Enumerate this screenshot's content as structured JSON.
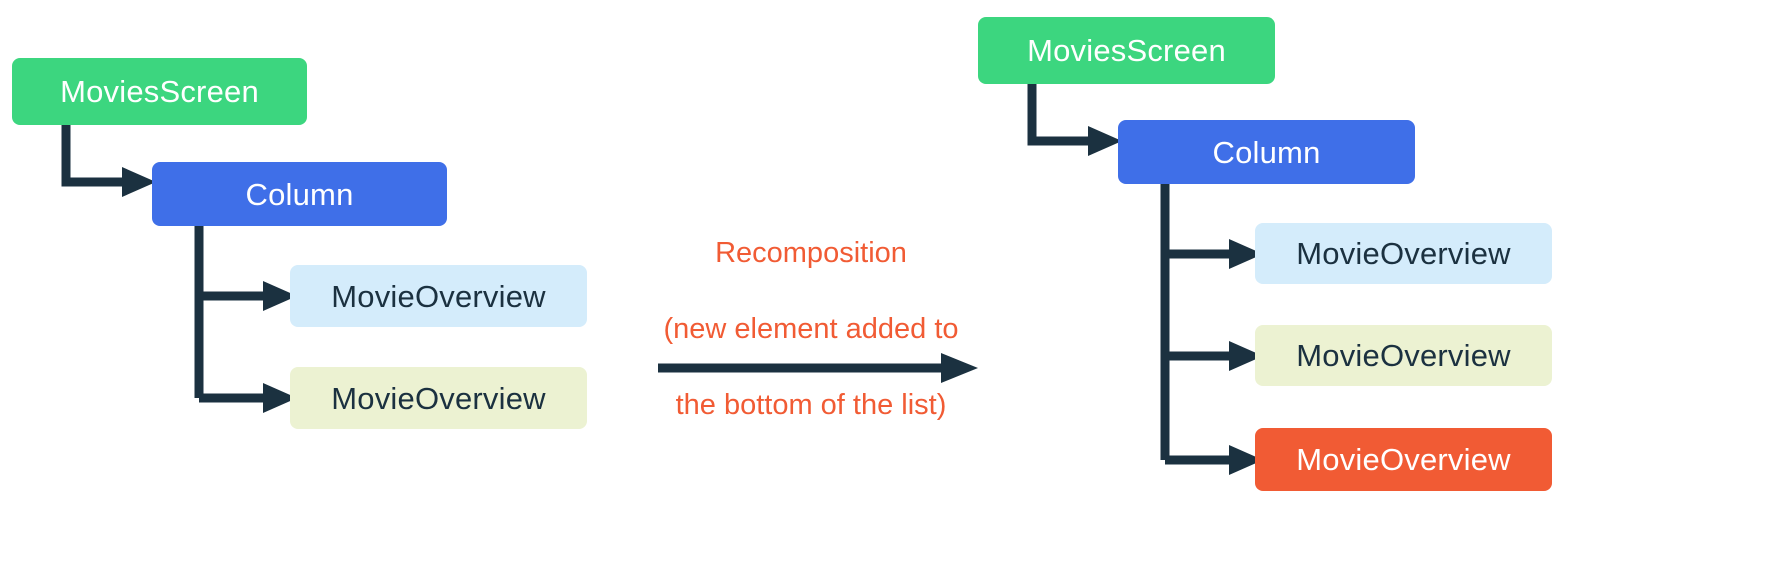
{
  "diagram": {
    "title_text_color": "#f15b34",
    "line_color": "#1b3140",
    "colors": {
      "green": "#3cd67f",
      "blue": "#3f6fe8",
      "light_blue": "#d4ecfb",
      "light_green": "#ecf2d2",
      "orange": "#f15b34",
      "line": "#1b3140"
    },
    "left_tree": {
      "root": {
        "label": "MoviesScreen"
      },
      "column": {
        "label": "Column"
      },
      "children": [
        {
          "label": "MovieOverview",
          "color": "light_blue"
        },
        {
          "label": "MovieOverview",
          "color": "light_green"
        }
      ]
    },
    "center": {
      "caption_line1": "Recomposition",
      "caption_line2": "(new element added to",
      "caption_line3": "the bottom of the list)",
      "arrow": "right-arrow"
    },
    "right_tree": {
      "root": {
        "label": "MoviesScreen"
      },
      "column": {
        "label": "Column"
      },
      "children": [
        {
          "label": "MovieOverview",
          "color": "light_blue"
        },
        {
          "label": "MovieOverview",
          "color": "light_green"
        },
        {
          "label": "MovieOverview",
          "color": "orange"
        }
      ]
    }
  }
}
